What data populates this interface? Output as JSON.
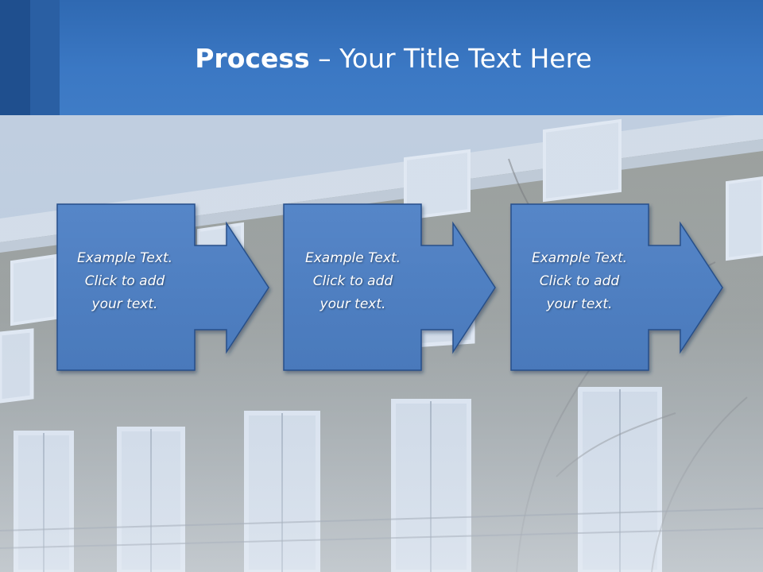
{
  "title": {
    "bold": "Process",
    "rest": " – Your Title Text Here"
  },
  "steps": [
    {
      "lines": [
        "Example Text.",
        "Click  to add",
        "your text."
      ]
    },
    {
      "lines": [
        "Example Text.",
        "Click  to add",
        "your text."
      ]
    },
    {
      "lines": [
        "Example Text.",
        "Click  to add",
        "your text."
      ]
    }
  ],
  "colors": {
    "header": "#3b78c4",
    "box_fill": "#4f7fc2",
    "box_border": "#284f8a",
    "text": "#ffffff"
  }
}
